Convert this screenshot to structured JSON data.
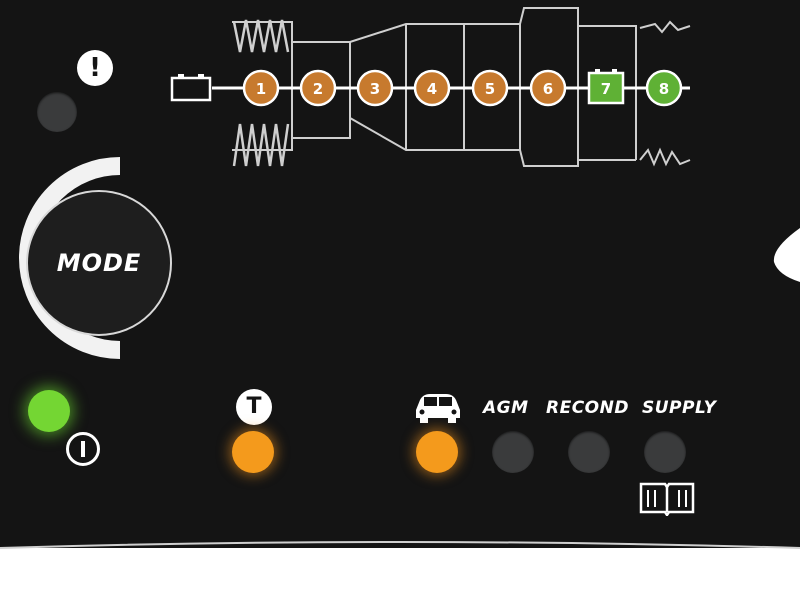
{
  "panel": {
    "mode_button_label": "MODE",
    "warning_icon": "exclamation-icon",
    "power_icon": "power-icon",
    "temperature_icon": "T",
    "car_icon": "car-icon",
    "manual_icon": "book-icon",
    "mode_labels": [
      "AGM",
      "RECOND",
      "SUPPLY"
    ]
  },
  "steps": {
    "labels": [
      "1",
      "2",
      "3",
      "4",
      "5",
      "6",
      "7",
      "8"
    ],
    "colors": {
      "amber": "#c77a2e",
      "green": "#5fb135"
    }
  },
  "leds": {
    "warning": "off",
    "power": "green",
    "temperature": "orange",
    "car": "orange",
    "agm": "off",
    "recond": "off",
    "supply": "off"
  },
  "colors": {
    "panel_bg": "#141414",
    "line": "#d9d9d9",
    "green_led": "#74d633",
    "orange_led": "#f49a1c"
  }
}
